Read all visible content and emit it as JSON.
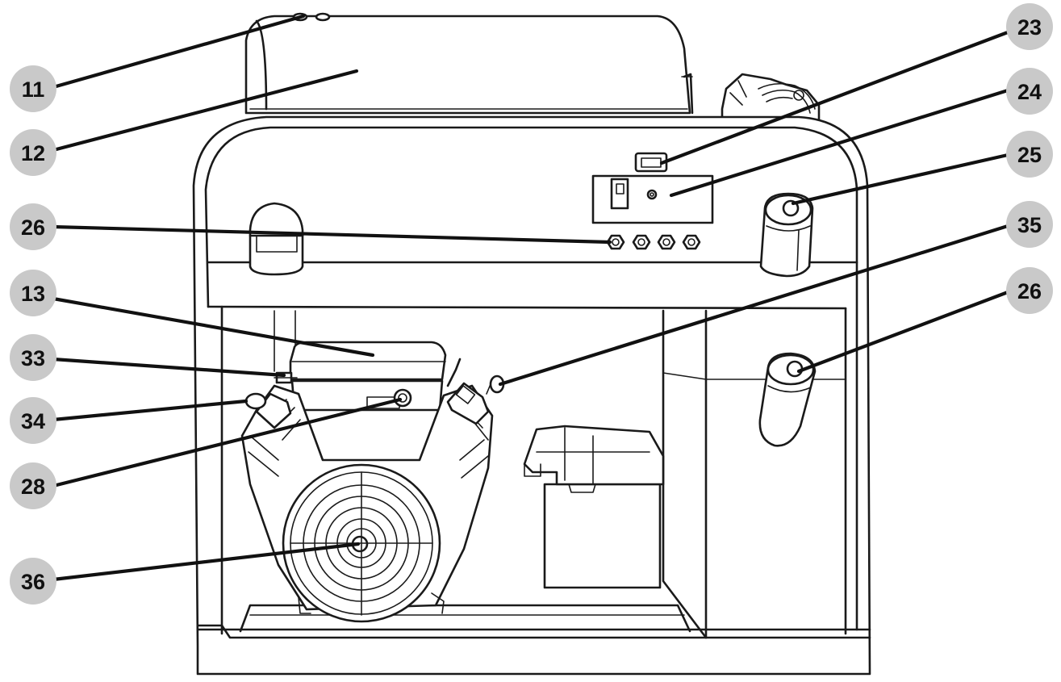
{
  "diagram": {
    "background": "#ffffff",
    "line_color": "#1a1a1a",
    "callout_fill": "#c9c9c9",
    "callouts": [
      {
        "id": "c11",
        "label": "11"
      },
      {
        "id": "c12",
        "label": "12"
      },
      {
        "id": "c26a",
        "label": "26"
      },
      {
        "id": "c13",
        "label": "13"
      },
      {
        "id": "c33",
        "label": "33"
      },
      {
        "id": "c34",
        "label": "34"
      },
      {
        "id": "c28",
        "label": "28"
      },
      {
        "id": "c36",
        "label": "36"
      },
      {
        "id": "c23",
        "label": "23"
      },
      {
        "id": "c24",
        "label": "24"
      },
      {
        "id": "c25",
        "label": "25"
      },
      {
        "id": "c35",
        "label": "35"
      },
      {
        "id": "c26b",
        "label": "26"
      }
    ]
  }
}
